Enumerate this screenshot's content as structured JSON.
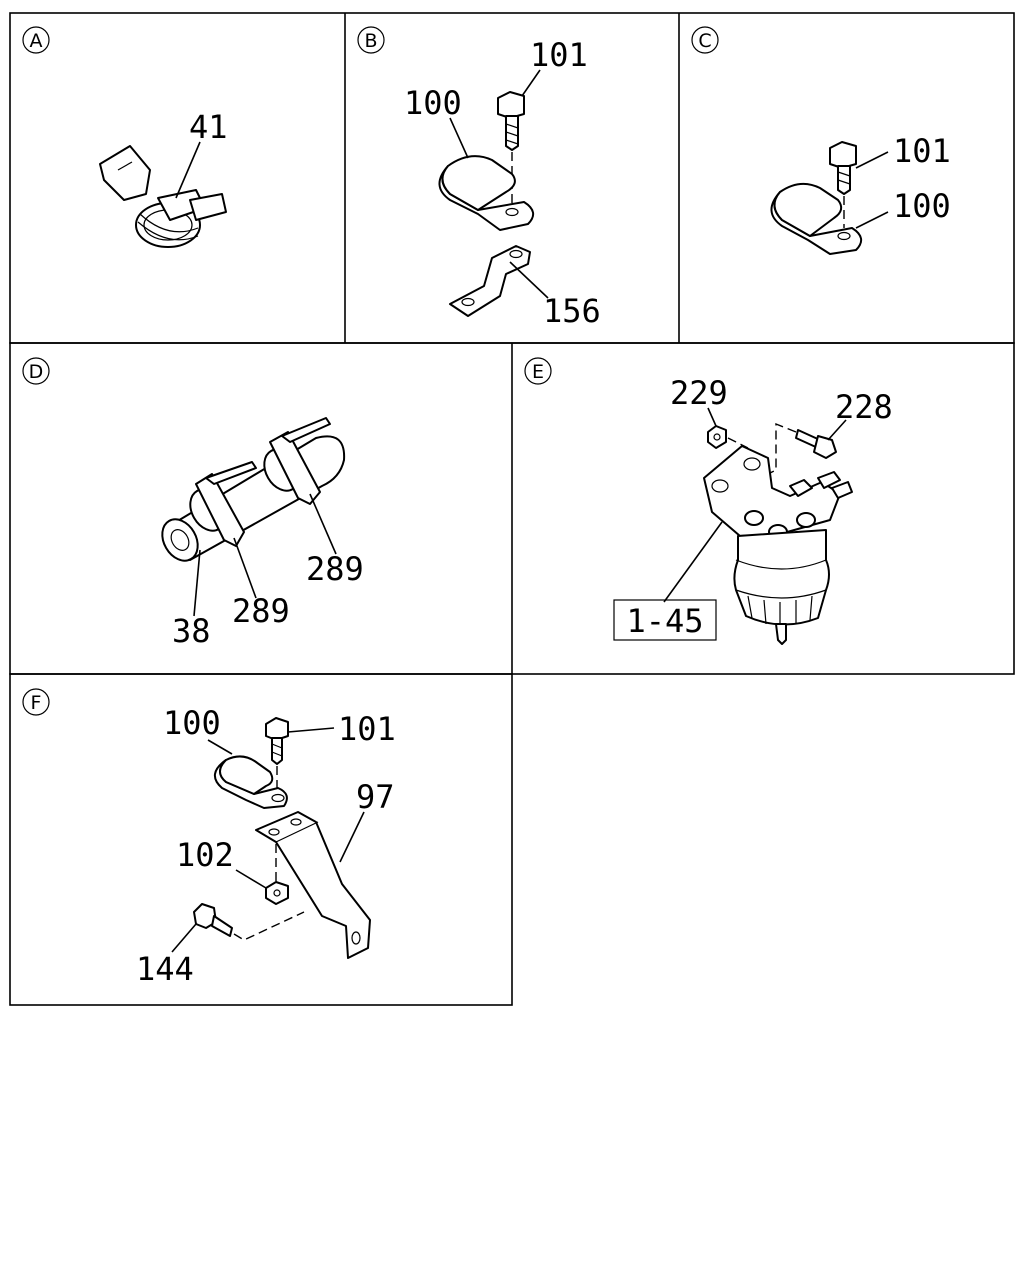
{
  "panels": [
    {
      "letter": "A",
      "labels": [
        "41"
      ]
    },
    {
      "letter": "B",
      "labels": [
        "101",
        "100",
        "156"
      ]
    },
    {
      "letter": "C",
      "labels": [
        "101",
        "100"
      ]
    },
    {
      "letter": "D",
      "labels": [
        "289",
        "289",
        "38"
      ]
    },
    {
      "letter": "E",
      "labels": [
        "229",
        "228",
        "1-45"
      ]
    },
    {
      "letter": "F",
      "labels": [
        "100",
        "101",
        "97",
        "102",
        "144"
      ]
    }
  ]
}
